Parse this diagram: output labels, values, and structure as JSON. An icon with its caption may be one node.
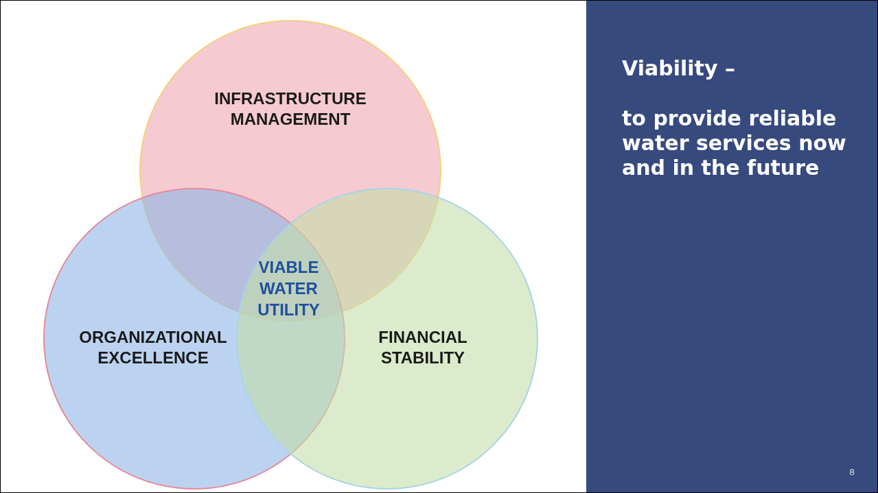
{
  "diagram": {
    "nodes": [
      {
        "text": [
          "INFRASTRUCTURE MANAGEMENT"
        ]
      },
      {
        "text": [
          "ORGANIZATIONAL EXCELLENCE"
        ]
      },
      {
        "text": [
          "FINANCIAL STABILITY"
        ]
      },
      {
        "text": [
          "Viability –",
          "to provide reliable water services now and in the future"
        ]
      }
    ],
    "labels": [
      "VIABLE WATER UTILITY",
      "8"
    ]
  }
}
